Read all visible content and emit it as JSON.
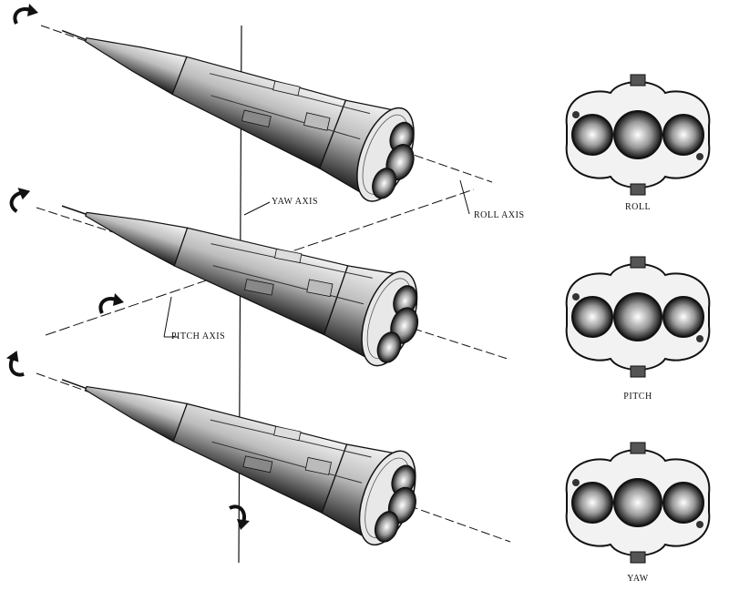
{
  "labels": {
    "yaw_axis": "YAW AXIS",
    "roll_axis": "ROLL AXIS",
    "pitch_axis": "PITCH AXIS"
  },
  "views": [
    {
      "caption": "ROLL"
    },
    {
      "caption": "PITCH"
    },
    {
      "caption": "YAW"
    }
  ],
  "colors": {
    "ink": "#111111",
    "paper": "#ffffff",
    "shade": "#555555"
  }
}
